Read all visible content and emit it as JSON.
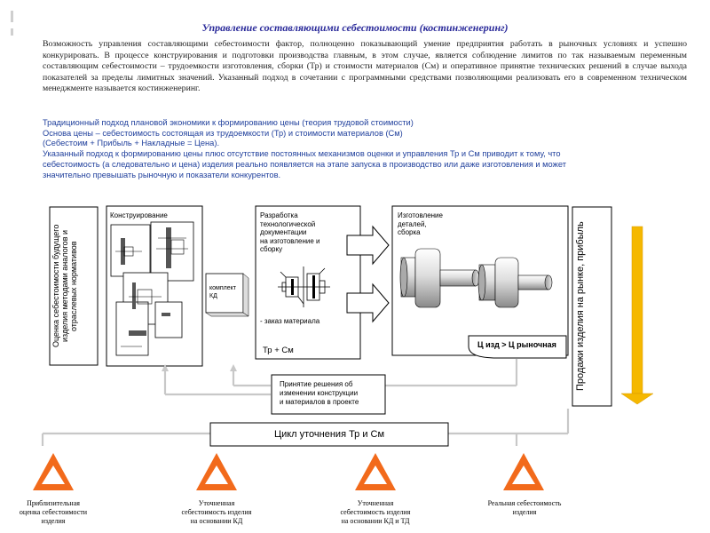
{
  "title": "Управление составляющими себестоимости (костинженеринг)",
  "intro": "Возможность управления составляющими себестоимости фактор, полноценно показывающий умение предприятия работать в рыночных условиях и успешно конкурировать. В процессе конструирования и подготовки производства главным, в этом случае, является соблюдение лимитов по так называемым переменным составляющим себестоимости – трудоемкости изготовления, сборки (Тр) и стоимости материалов (См) и оперативное принятие технических решений в случае выхода показателей за пределы лимитных значений. Указанный подход в сочетании с программными средствами позволяющими реализовать его в современном техническом менеджменте называется костинженеринг.",
  "blue_text": [
    "Традиционный подход плановой экономики к формированию цены (теория трудовой стоимости)",
    "Основа цены – себестоимость состоящая из трудоемкости (Тр) и стоимости материалов (См)",
    "(Себестоим + Прибыль + Накладные = Цена).",
    "Указанный подход к формированию цены плюс отсутствие постоянных механизмов оценки и управления Тр и См приводит к тому, что",
    "себестоимость (а следовательно и цена) изделия реально появляется на этапе запуска в производство или даже изготовления и может",
    "значительно превышать рыночную и показатели конкурентов."
  ],
  "diagram": {
    "estimate_box": "Оценка себестоимости будущего изделия методами аналогов и отраслевых нормативов",
    "design_title": "Конструирование",
    "kd_set": "комплект КД",
    "tech_title": [
      "Разработка",
      "технологической",
      "документации",
      "на изготовление и",
      "сборку"
    ],
    "material_order": "- заказ материала",
    "tr_cm": "Тр + См",
    "manufacture_title": [
      "Изготовление",
      "деталей,",
      "сборка"
    ],
    "cost_compare": "Ц изд  > Ц рыночная",
    "sales": "Продажи изделия на рынке, прибыль",
    "decision": [
      "Принятие решения об",
      "изменении конструкции",
      "и материалов в проекте"
    ],
    "cycle": "Цикл уточнения Тр и См"
  },
  "bottom_labels": [
    [
      "Приблизительная",
      "оценка себестоимости",
      "изделия"
    ],
    [
      "Уточненная",
      "себестоимость изделия",
      "на основании КД"
    ],
    [
      "Уточненная",
      "себестоимость изделия",
      "на основании КД и ТД"
    ],
    [
      "Реальная себестоимость",
      "изделия"
    ]
  ],
  "colors": {
    "title": "#2a2a9a",
    "blue_text": "#1f3f9c",
    "triangle": "#f26a1b",
    "sales_arrow": "#f5b800",
    "connector_gray": "#c8c8c8"
  }
}
